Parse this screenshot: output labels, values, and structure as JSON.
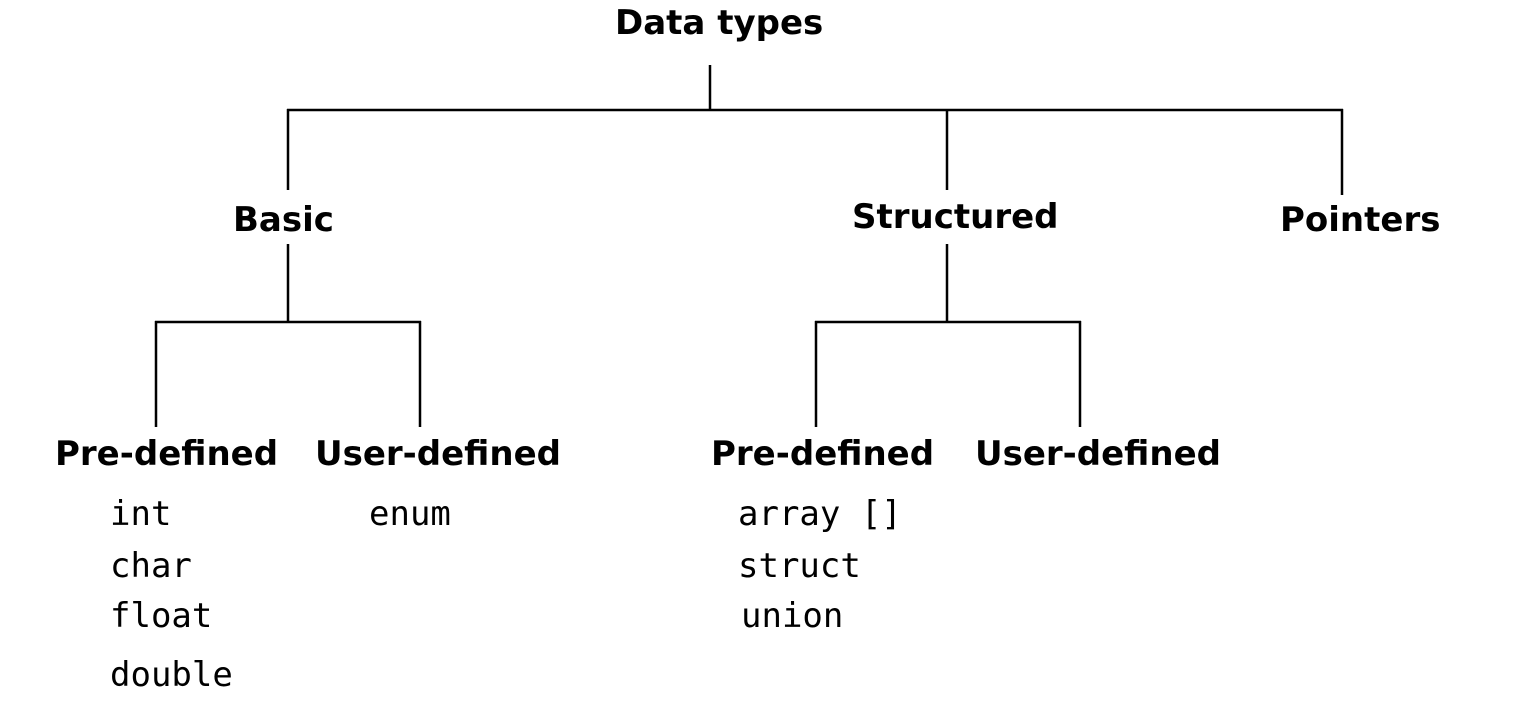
{
  "root": {
    "label": "Data types"
  },
  "categories": {
    "basic": {
      "label": "Basic",
      "predefined": {
        "label": "Pre-defined",
        "items": [
          "int",
          "char",
          "float",
          "double"
        ]
      },
      "userdefined": {
        "label": "User-defined",
        "items": [
          "enum"
        ]
      }
    },
    "structured": {
      "label": "Structured",
      "predefined": {
        "label": "Pre-defined",
        "items": [
          "array []",
          "struct",
          "union"
        ]
      },
      "userdefined": {
        "label": "User-defined",
        "items": []
      }
    },
    "pointers": {
      "label": "Pointers"
    }
  },
  "colors": {
    "line": "#000000",
    "text": "#000000",
    "background": "#ffffff"
  }
}
